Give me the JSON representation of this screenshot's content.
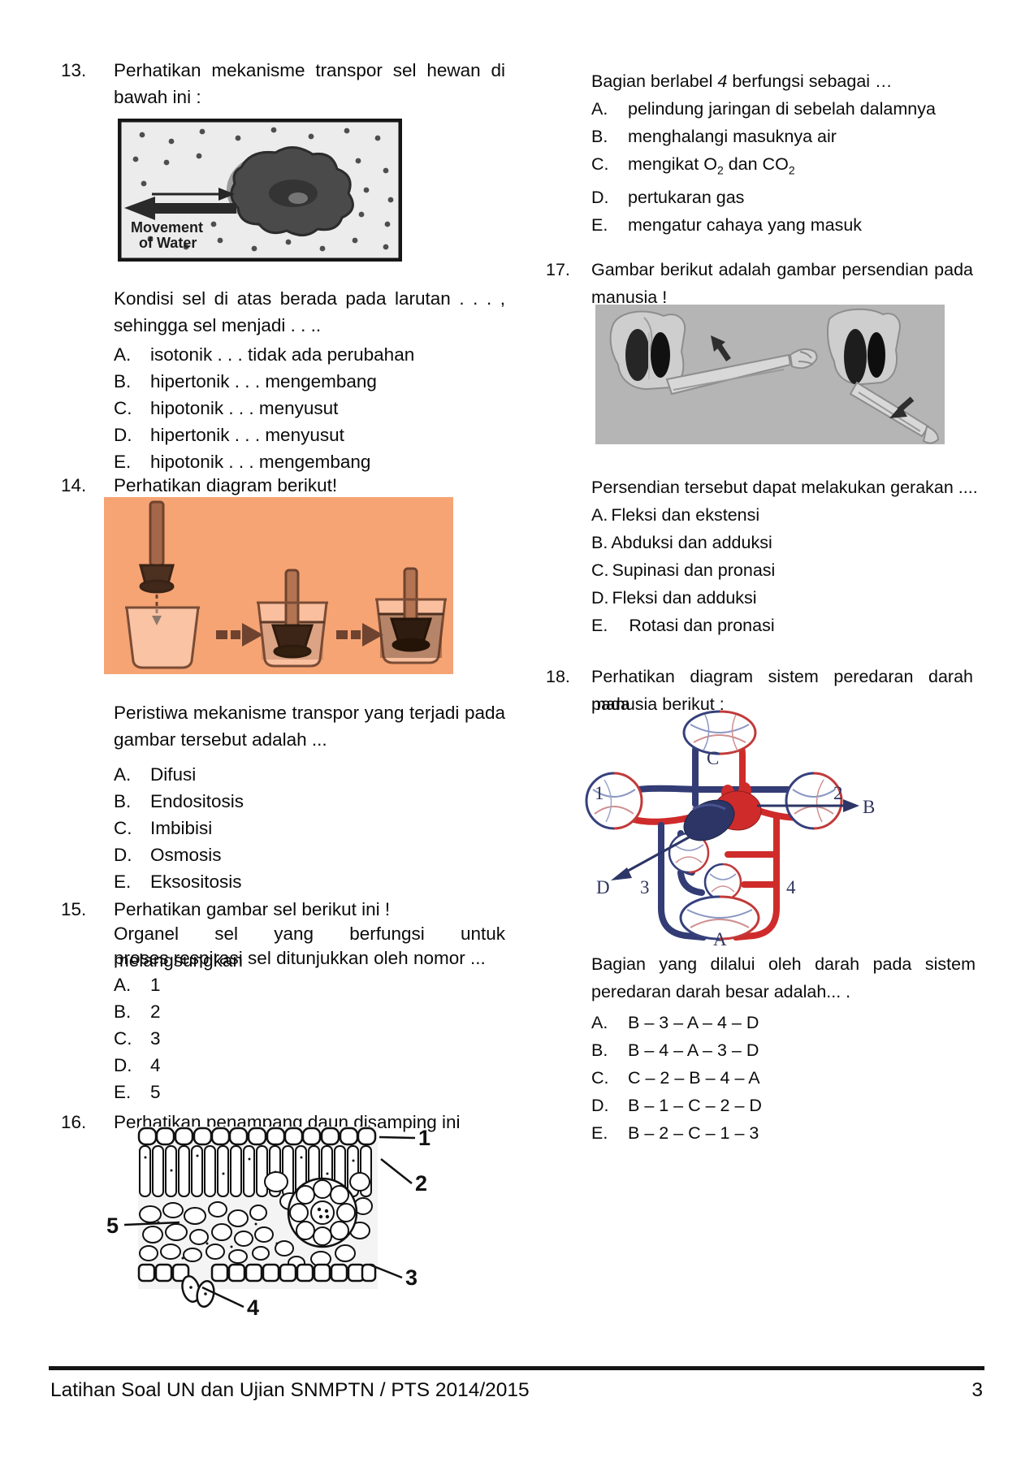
{
  "page": {
    "footer_left": "Latihan Soal UN dan Ujian SNMPTN / PTS 2014/2015",
    "page_number": "3"
  },
  "colors": {
    "beaker_bg": "#f6a474",
    "arm_bg": "#b5b5b5",
    "vein_blue": "#2f3a6e",
    "artery_red": "#cf2b2b"
  },
  "q13": {
    "number": "13.",
    "intro_lines": [
      "Perhatikan  mekanisme  transpor  sel  hewan  di",
      "bawah ini :"
    ],
    "image_caption": [
      "Movement",
      "of Water"
    ],
    "body_lines": [
      "Kondisi  sel  di  atas  berada  pada  larutan  .  .  .  ,",
      "sehingga sel menjadi . . .."
    ],
    "options": [
      {
        "label": "A.",
        "text": "isotonik . . . tidak ada perubahan"
      },
      {
        "label": "B.",
        "text": "hipertonik . . . mengembang"
      },
      {
        "label": "C.",
        "text": "hipotonik  . . . menyusut"
      },
      {
        "label": "D.",
        "text": "hipertonik . . .  menyusut"
      },
      {
        "label": "E.",
        "text": "hipotonik . . .  mengembang"
      }
    ]
  },
  "q14": {
    "number": "14.",
    "title": "Perhatikan diagram berikut!",
    "body_lines": [
      "Peristiwa  mekanisme  transpor  yang  terjadi  pada",
      "gambar tersebut adalah ..."
    ],
    "options": [
      {
        "label": "A.",
        "text": "Difusi"
      },
      {
        "label": "B.",
        "text": "Endositosis"
      },
      {
        "label": "C.",
        "text": "Imbibisi"
      },
      {
        "label": "D.",
        "text": "Osmosis"
      },
      {
        "label": "E.",
        "text": "Eksositosis"
      }
    ]
  },
  "q15": {
    "number": "15.",
    "lines": [
      "Perhatikan gambar sel berikut ini !",
      "Organel sel yang berfungsi untuk melangsungkan",
      "proses respirasi sel ditunjukkan oleh nomor ..."
    ],
    "options": [
      {
        "label": "A.",
        "text": "1"
      },
      {
        "label": "B.",
        "text": "2"
      },
      {
        "label": "C.",
        "text": "3"
      },
      {
        "label": "D.",
        "text": "4"
      },
      {
        "label": "E.",
        "text": "5"
      }
    ]
  },
  "q16": {
    "number": "16.",
    "title": "Perhatikan penampang daun disamping ini",
    "leaf_labels": [
      "1",
      "2",
      "3",
      "4",
      "5"
    ],
    "question": {
      "pre": "Bagian berlabel ",
      "em": "4",
      "post": " berfungsi sebagai …"
    },
    "options": [
      {
        "label": "A.",
        "text": "pelindung jaringan di sebelah dalamnya"
      },
      {
        "label": "B.",
        "text": "menghalangi masuknya air"
      },
      {
        "label": "C.",
        "t1": "mengikat O",
        "t2": "2",
        "t3": " dan CO",
        "t4": "2"
      },
      {
        "label": "D.",
        "text": "pertukaran gas"
      },
      {
        "label": "E.",
        "text": "mengatur cahaya yang masuk"
      }
    ]
  },
  "q17": {
    "number": "17.",
    "intro_lines": [
      "Gambar berikut adalah gambar persendian pada",
      "manusia !"
    ],
    "body": "Persendian tersebut dapat melakukan gerakan ....",
    "options": [
      {
        "label": "A.",
        "text": "Fleksi dan ekstensi"
      },
      {
        "label": "B.",
        "text": "Abduksi dan adduksi"
      },
      {
        "label": "C.",
        "text": "Supinasi dan pronasi"
      },
      {
        "label": "D.",
        "text": "Fleksi dan adduksi"
      },
      {
        "label": "E.",
        "text": "Rotasi dan pronasi"
      }
    ]
  },
  "q18": {
    "number": "18.",
    "intro_lines": [
      "Perhatikan diagram sistem peredaran darah pada",
      "manusia berikut :"
    ],
    "diagram_labels": {
      "c": "C",
      "n1": "1",
      "n2": "2",
      "b": "B",
      "d": "D",
      "n3": "3",
      "n4": "4",
      "a": "A"
    },
    "body_lines": [
      "Bagian  yang  dilalui  oleh  darah  pada  sistem",
      "peredaran darah besar adalah... ."
    ],
    "options": [
      {
        "label": "A.",
        "text": "B – 3 – A – 4 – D"
      },
      {
        "label": "B.",
        "text": "B – 4 – A – 3 – D"
      },
      {
        "label": "C.",
        "text": "C – 2 – B – 4 – A"
      },
      {
        "label": "D.",
        "text": "B – 1 – C – 2 – D"
      },
      {
        "label": "E.",
        "text": "B – 2 – C – 1 – 3"
      }
    ]
  }
}
